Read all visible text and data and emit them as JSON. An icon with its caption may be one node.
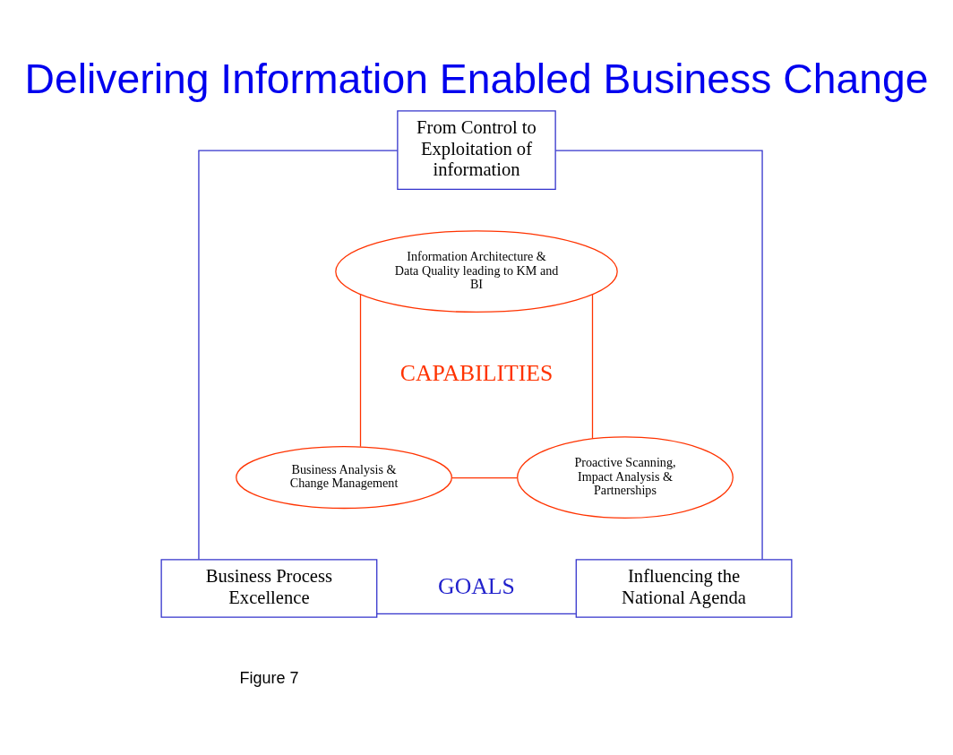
{
  "diagram": {
    "title": "Delivering Information Enabled Business Change",
    "caption": "Figure 7",
    "nodes": [
      {
        "text": [
          "From Control to Exploitation of information"
        ]
      },
      {
        "text": [
          "Information Architecture & Data Quality leading to KM and BI"
        ]
      },
      {
        "text": [
          "Business Analysis & Change Management"
        ]
      },
      {
        "text": [
          "Proactive Scanning, Impact Analysis & Partnerships"
        ]
      },
      {
        "text": [
          "Business Process Excellence"
        ]
      },
      {
        "text": [
          "Influencing the National Agenda"
        ]
      }
    ],
    "edges": [
      {
        "from": 0,
        "to": 4,
        "arrow": "none",
        "color": "#3333cc"
      },
      {
        "from": 0,
        "to": 5,
        "arrow": "none",
        "color": "#3333cc"
      },
      {
        "from": 1,
        "to": 2,
        "arrow": "none",
        "color": "#ff3300"
      },
      {
        "from": 1,
        "to": 3,
        "arrow": "none",
        "color": "#ff3300"
      },
      {
        "from": 2,
        "to": 3,
        "arrow": "none",
        "color": "#ff3300"
      },
      {
        "from": 4,
        "to": 5,
        "arrow": "none",
        "color": "#3333cc"
      }
    ],
    "labels": [
      "CAPABILITIES",
      "GOALS"
    ]
  }
}
